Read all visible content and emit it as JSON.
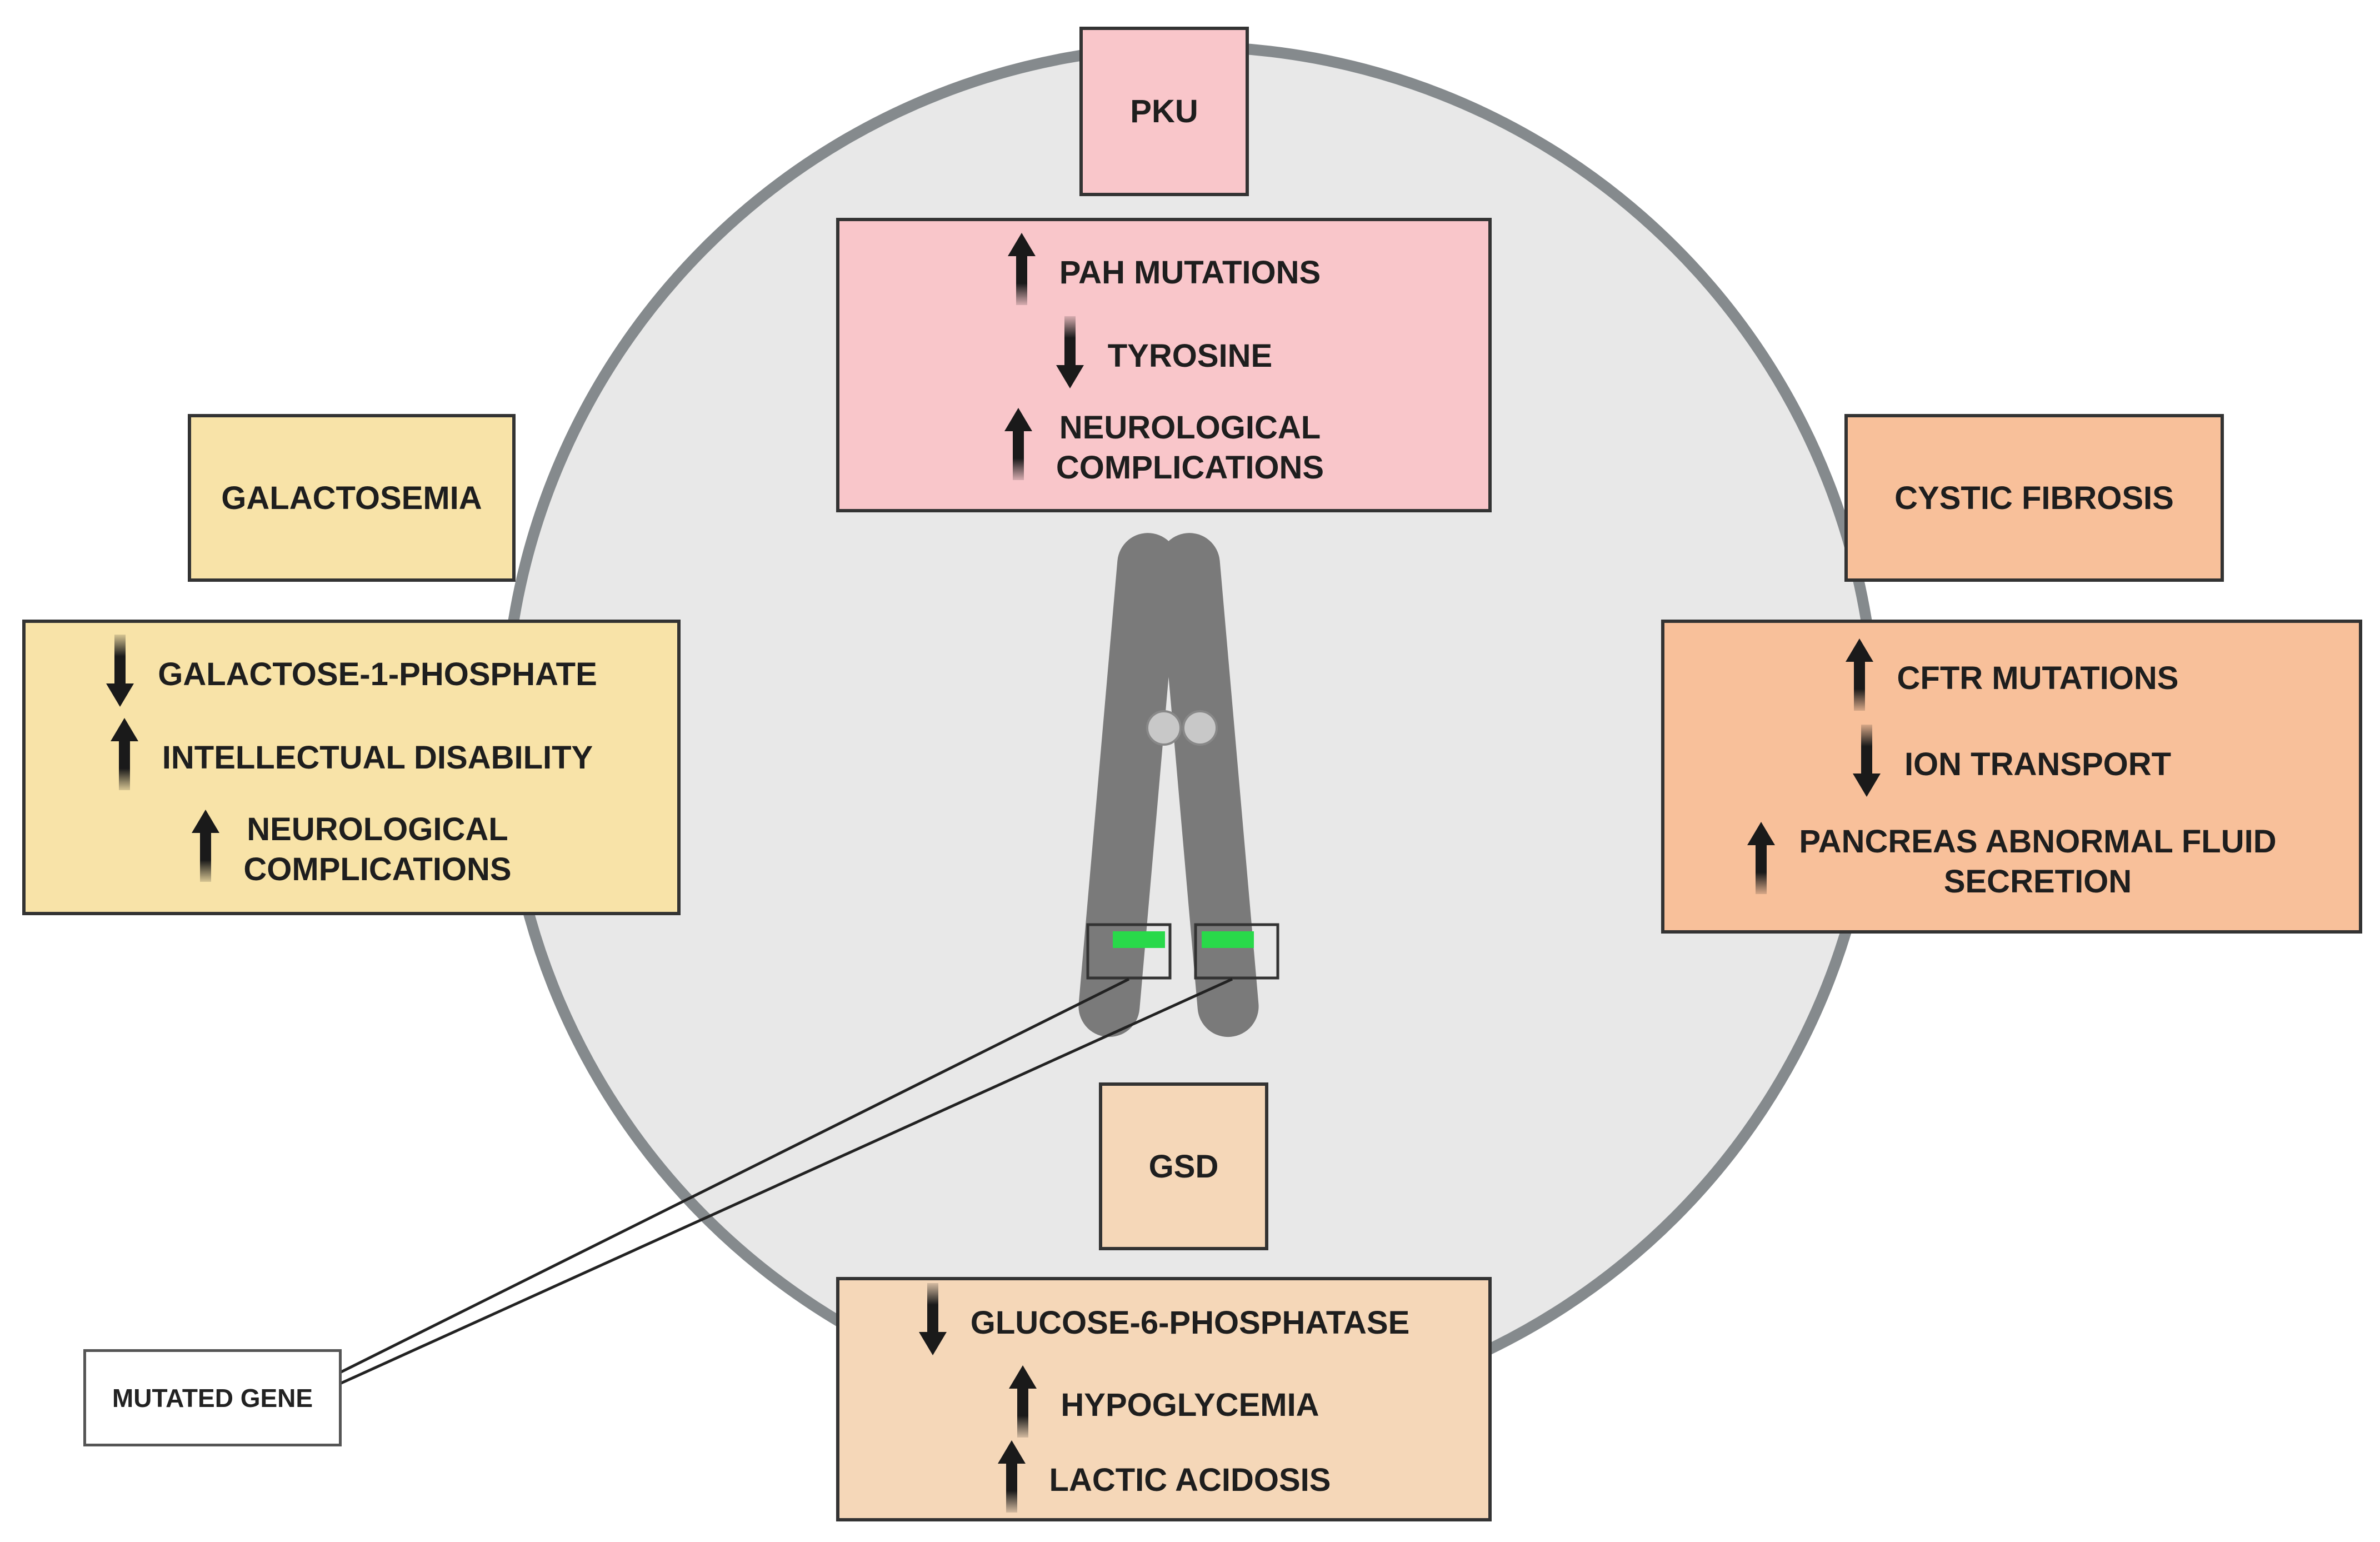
{
  "colors": {
    "pku": "#f9c6ca",
    "galactosemia": "#f8e3a8",
    "cystic_fibrosis": "#f8c09a",
    "gsd": "#f5d7b8",
    "circle_fill": "#e8e8e8",
    "circle_stroke": "#858a8d",
    "chromosome": "#7a7a7a",
    "mutation_band": "#29d94a"
  },
  "diseases": {
    "pku": {
      "title": "PKU",
      "items": [
        {
          "direction": "up",
          "icon": "arrow-up-icon",
          "text": "PAH MUTATIONS"
        },
        {
          "direction": "down",
          "icon": "arrow-down-icon",
          "text": "TYROSINE"
        },
        {
          "direction": "up",
          "icon": "arrow-up-icon",
          "text": "NEUROLOGICAL\nCOMPLICATIONS"
        }
      ]
    },
    "galactosemia": {
      "title": "GALACTOSEMIA",
      "items": [
        {
          "direction": "down",
          "icon": "arrow-down-icon",
          "text": "GALACTOSE-1-PHOSPHATE"
        },
        {
          "direction": "up",
          "icon": "arrow-up-icon",
          "text": "INTELLECTUAL DISABILITY"
        },
        {
          "direction": "up",
          "icon": "arrow-up-icon",
          "text": "NEUROLOGICAL\nCOMPLICATIONS"
        }
      ]
    },
    "cystic_fibrosis": {
      "title": "CYSTIC FIBROSIS",
      "items": [
        {
          "direction": "up",
          "icon": "arrow-up-icon",
          "text": "CFTR MUTATIONS"
        },
        {
          "direction": "down",
          "icon": "arrow-down-icon",
          "text": "ION TRANSPORT"
        },
        {
          "direction": "up",
          "icon": "arrow-up-icon",
          "text": "PANCREAS ABNORMAL FLUID\nSECRETION"
        }
      ]
    },
    "gsd": {
      "title": "GSD",
      "items": [
        {
          "direction": "down",
          "icon": "arrow-down-icon",
          "text": "GLUCOSE-6-PHOSPHATASE"
        },
        {
          "direction": "up",
          "icon": "arrow-up-icon",
          "text": "HYPOGLYCEMIA"
        },
        {
          "direction": "up",
          "icon": "arrow-up-icon",
          "text": "LACTIC ACIDOSIS"
        }
      ]
    }
  },
  "mutated_gene_label": "MUTATED GENE"
}
